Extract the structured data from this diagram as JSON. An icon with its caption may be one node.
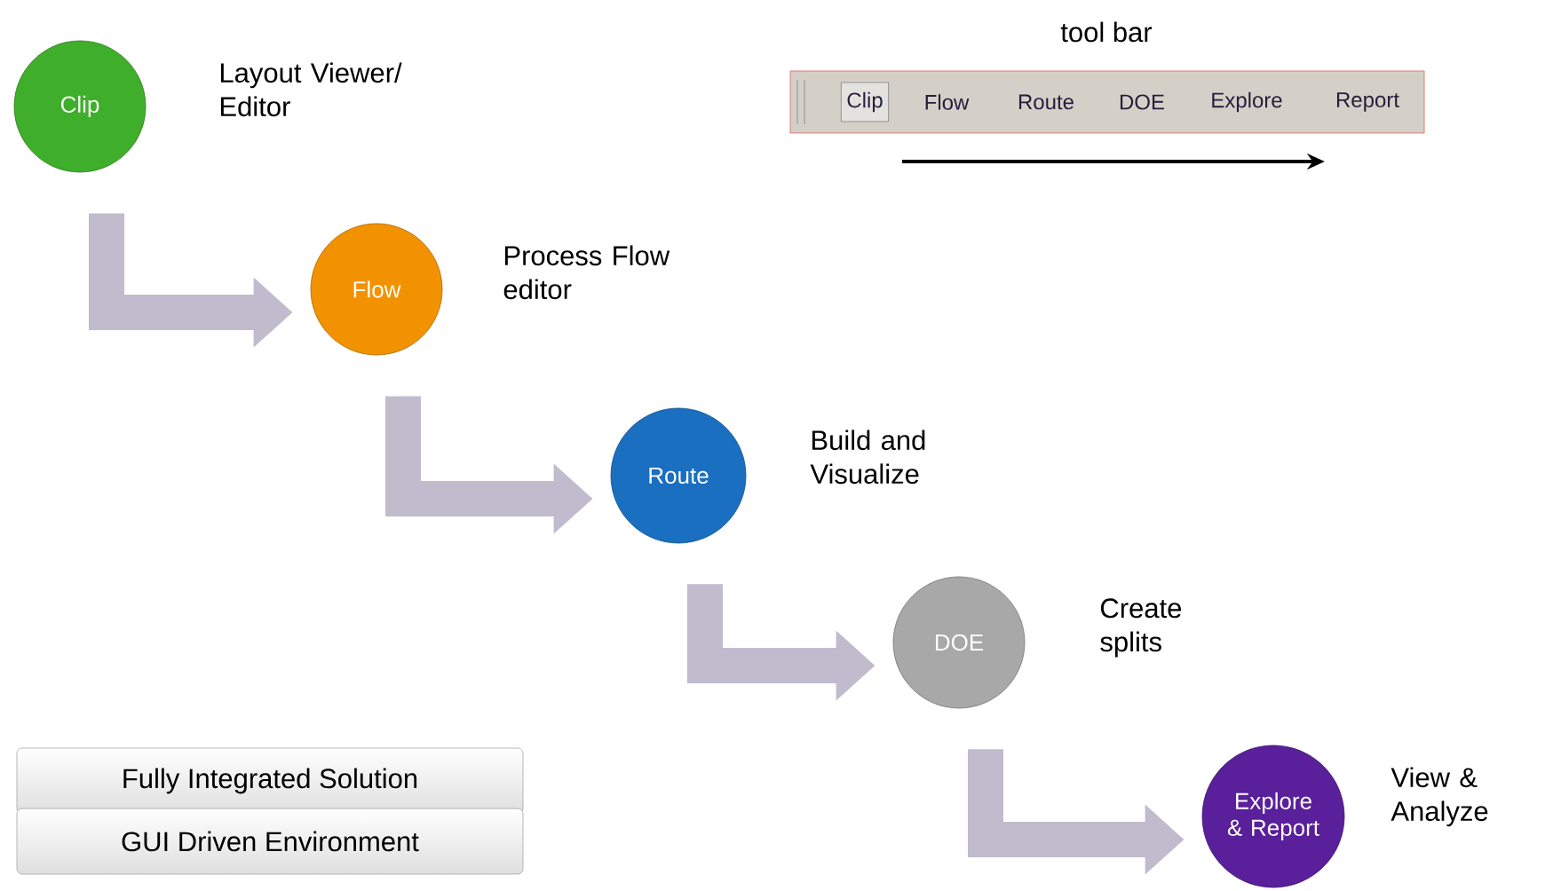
{
  "diagram": {
    "nodes": [
      {
        "text": [
          "Clip"
        ],
        "beside": [
          "Layout Viewer/ Editor"
        ]
      },
      {
        "text": [
          "Flow"
        ],
        "beside": [
          "Process Flow editor"
        ]
      },
      {
        "text": [
          "Route"
        ],
        "beside": [
          "Build and Visualize"
        ]
      },
      {
        "text": [
          "DOE"
        ],
        "beside": [
          "Create splits"
        ]
      },
      {
        "text": [
          "Explore & Report"
        ],
        "beside": [
          "View & Analyze"
        ]
      },
      {
        "text": [
          "tool bar"
        ]
      },
      {
        "text": [
          "Clip"
        ],
        "in": 5
      },
      {
        "text": [
          "Flow"
        ],
        "in": 5
      },
      {
        "text": [
          "Route"
        ],
        "in": 5
      },
      {
        "text": [
          "DOE"
        ],
        "in": 5
      },
      {
        "text": [
          "Explore"
        ],
        "in": 5
      },
      {
        "text": [
          "Report"
        ],
        "in": 5
      },
      {
        "text": [
          "Fully Integrated Solution"
        ]
      },
      {
        "text": [
          "GUI Driven Environment"
        ]
      }
    ],
    "edges": [
      {
        "from": 0,
        "to": 1,
        "arrow": "to"
      },
      {
        "from": 1,
        "to": 2,
        "arrow": "to"
      },
      {
        "from": 2,
        "to": 3,
        "arrow": "to"
      },
      {
        "from": 3,
        "to": 4,
        "arrow": "to"
      }
    ]
  }
}
